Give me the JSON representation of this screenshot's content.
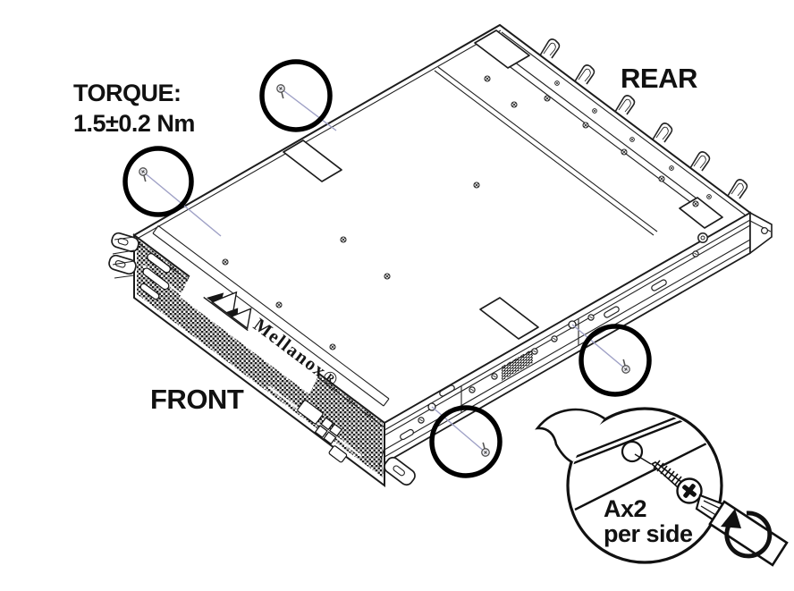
{
  "diagram": {
    "type": "hardware-installation-illustration",
    "labels": {
      "torque_line1": "TORQUE:",
      "torque_line2": "1.5±0.2 Nm",
      "rear": "REAR",
      "front": "FRONT",
      "callout_line1": "Ax2",
      "callout_line2": "per side",
      "brand": "Mellanox®"
    },
    "colors": {
      "background": "#ffffff",
      "line_art": "#1c1c1c",
      "highlight_circle": "#000000",
      "leader_line": "#9fa1c6",
      "label_text": "#111111"
    },
    "icons": [
      "screw-icon",
      "screw-hole-icon",
      "screwdriver-icon",
      "clockwise-rotation-arrow-icon",
      "speech-bubble-callout",
      "mellanox-logo-icon"
    ],
    "highlight_circle_count": 4
  }
}
